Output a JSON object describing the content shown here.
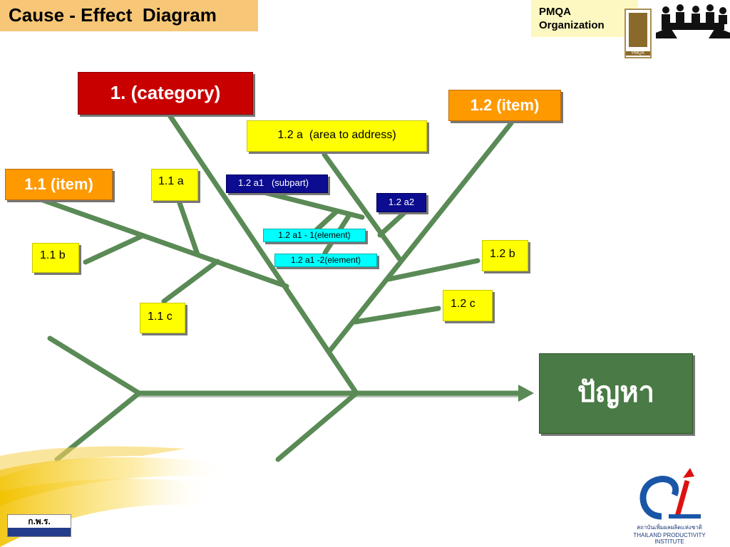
{
  "header": {
    "title": "Cause - Effect  Diagram",
    "org_line1": "PMQA",
    "org_line2": "Organization",
    "emblem_text": "PMQA"
  },
  "diagram": {
    "effect": "ปัญหา",
    "category": "1. (category)",
    "item_1_1": "1.1 (item)",
    "item_1_2": "1.2 (item)",
    "cause_1_1_a": "1.1 a",
    "cause_1_1_b": "1.1 b",
    "cause_1_1_c": "1.1 c",
    "cause_1_2_a": "1.2 a  (area to address)",
    "cause_1_2_a1": "1.2 a1   (subpart)",
    "cause_1_2_a2": "1.2 a2",
    "cause_1_2_a1_1": "1.2 a1 - 1(element)",
    "cause_1_2_a1_2": "1.2 a1 -2(element)",
    "cause_1_2_b": "1.2 b",
    "cause_1_2_c": "1.2 c"
  },
  "footer": {
    "left_logo_text": "ก.พ.ร.",
    "right_logo_text": "สถาบันเพิ่มผลผลิตแห่งชาติ THAILAND PRODUCTIVITY INSTITUTE"
  },
  "colors": {
    "bone": "#5a8a55",
    "title_bg": "#f7c777",
    "category_red": "#c80000",
    "item_orange": "#ff9900",
    "cause_yellow": "#ffff00",
    "subpart_navy": "#0c0c90",
    "element_cyan": "#00ffff",
    "effect_green": "#4a7a45"
  }
}
